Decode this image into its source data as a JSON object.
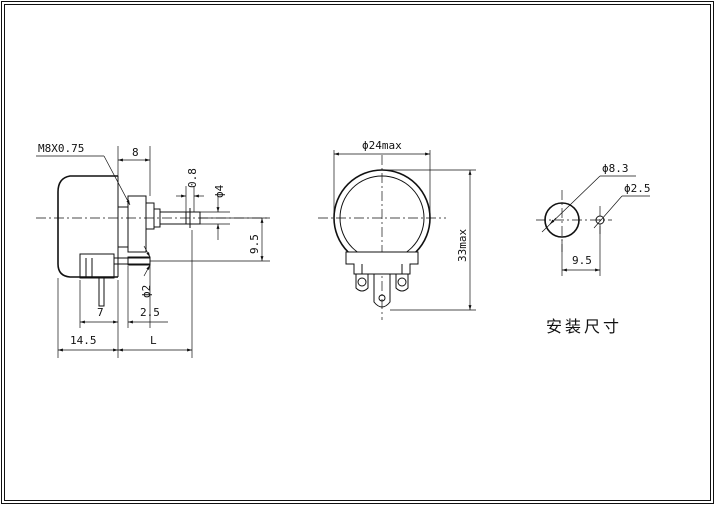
{
  "labels": {
    "thread": "M8X0.75",
    "dim_8": "8",
    "dim_0_8": "0.8",
    "dim_phi4": "ϕ4",
    "dim_9_5_side": "9.5",
    "dim_phi2": "ϕ2",
    "dim_7": "7",
    "dim_2_5": "2.5",
    "dim_14_5": "14.5",
    "dim_L": "L",
    "dim_phi24max": "ϕ24max",
    "dim_33max": "33max",
    "dim_phi8_3": "ϕ8.3",
    "dim_phi2_5": "ϕ2.5",
    "dim_9_5_mount": "9.5",
    "mounting_title": "安装尺寸"
  },
  "colors": {
    "line": "#111111",
    "background": "#ffffff"
  }
}
